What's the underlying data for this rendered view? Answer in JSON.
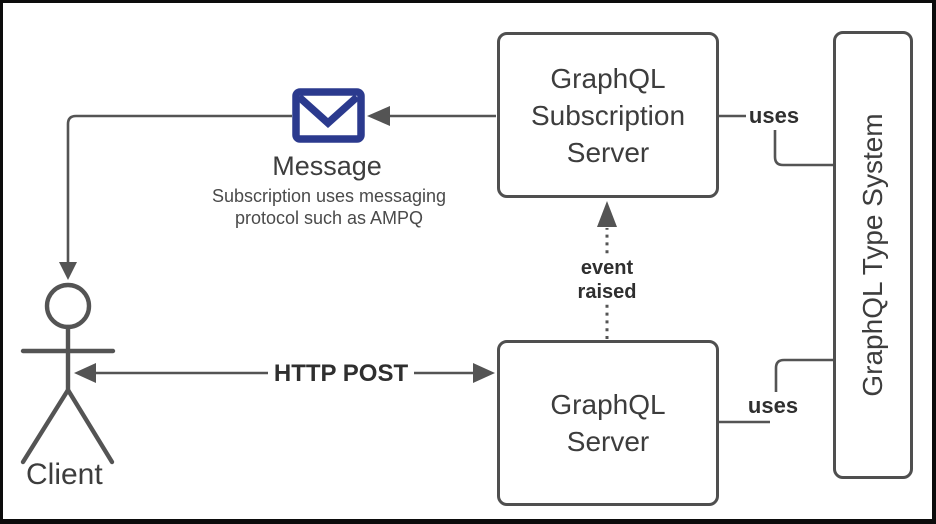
{
  "colors": {
    "line": "#545454",
    "box_border": "#4f4f4f",
    "text": "#3d3d3d",
    "label_bold": "#2f2f2f",
    "caption": "#4a4a4a",
    "envelope": "#2b3a8e",
    "frame": "#0c0c0c",
    "background": "#ffffff"
  },
  "icons": {
    "message": "envelope-icon"
  },
  "nodes": {
    "subscription_server": {
      "lines": [
        "GraphQL",
        "Subscription",
        "Server"
      ]
    },
    "graphql_server": {
      "lines": [
        "GraphQL",
        "Server"
      ]
    },
    "type_system": {
      "label": "GraphQL Type System"
    },
    "client": {
      "label": "Client"
    },
    "message": {
      "label": "Message",
      "caption_lines": [
        "Subscription uses messaging",
        "protocol such as AMPQ"
      ]
    }
  },
  "edges": {
    "http_post": {
      "label": "HTTP POST"
    },
    "event_raised": {
      "label": "event raised"
    },
    "uses_top": {
      "label": "uses"
    },
    "uses_bottom": {
      "label": "uses"
    }
  }
}
